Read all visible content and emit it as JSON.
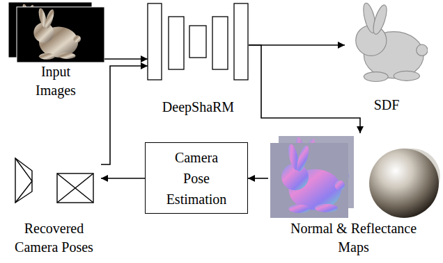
{
  "diagram": {
    "nodes": [
      {
        "text": [
          "Input Images"
        ]
      },
      {
        "text": [
          "DeepShaRM"
        ]
      },
      {
        "text": [
          "SDF"
        ]
      },
      {
        "text": [
          "Normal & Reflectance Maps"
        ]
      },
      {
        "text": [
          "Camera Pose Estimation"
        ]
      },
      {
        "text": [
          "Recovered Camera Poses"
        ]
      }
    ],
    "edges": [
      {
        "from": 0,
        "to": 1,
        "arrow": "to"
      },
      {
        "from": 1,
        "to": 2,
        "arrow": "to"
      },
      {
        "from": 1,
        "to": 3,
        "arrow": "to"
      },
      {
        "from": 3,
        "to": 4,
        "arrow": "to"
      },
      {
        "from": 4,
        "to": 5,
        "arrow": "to"
      },
      {
        "from": 5,
        "to": 1,
        "arrow": "to"
      }
    ]
  }
}
